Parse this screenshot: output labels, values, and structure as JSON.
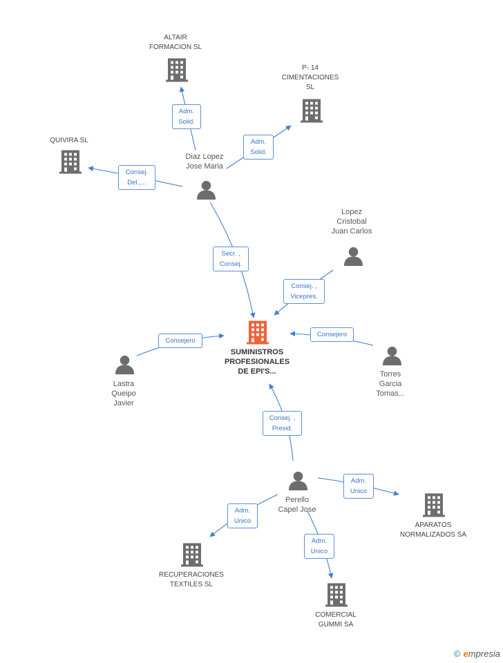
{
  "nodes": {
    "altair": {
      "label": "ALTAIR\nFORMACION SL",
      "kind": "company"
    },
    "p14": {
      "label": "P- 14\nCIMENTACIONES\nSL",
      "kind": "company"
    },
    "quivira": {
      "label": "QUIVIRA SL",
      "kind": "company"
    },
    "diaz": {
      "label": "Diaz Lopez\nJose Maria",
      "kind": "person"
    },
    "lopez": {
      "label": "Lopez\nCristobal\nJuan Carlos",
      "kind": "person"
    },
    "main": {
      "label": "SUMINISTROS\nPROFESIONALES\nDE EPI'S...",
      "kind": "company-main"
    },
    "lastra": {
      "label": "Lastra\nQueipo\nJavier",
      "kind": "person"
    },
    "torres": {
      "label": "Torres\nGarcia\nTomas...",
      "kind": "person"
    },
    "perello": {
      "label": "Perello\nCapel Jose",
      "kind": "person"
    },
    "aparatos": {
      "label": "APARATOS\nNORMALIZADOS SA",
      "kind": "company"
    },
    "recuperaciones": {
      "label": "RECUPERACIONES\nTEXTILES SL",
      "kind": "company"
    },
    "comercial": {
      "label": "COMERCIAL\nGUMMI SA",
      "kind": "company"
    }
  },
  "edges": {
    "diaz_altair": "Adm.\nSolid.",
    "diaz_p14": "Adm.\nSolid.",
    "diaz_quivira": "Consej.\nDel.,...",
    "diaz_main": "Secr. ,\nConsej.",
    "lopez_main": "Consej. ,\nVicepres.",
    "lastra_main": "Consejero",
    "torres_main": "Consejero",
    "perello_main": "Consej. ,\nPresid.",
    "perello_aparatos": "Adm.\nUnico",
    "perello_recuperaciones": "Adm.\nUnico",
    "perello_comercial": "Adm.\nUnico"
  },
  "colors": {
    "edge": "#3d7fd6",
    "company": "#6d6d6d",
    "main": "#f0603a",
    "person": "#6d6d6d"
  },
  "brand": {
    "copyright": "©",
    "initial": "e",
    "rest": "mpresia"
  }
}
